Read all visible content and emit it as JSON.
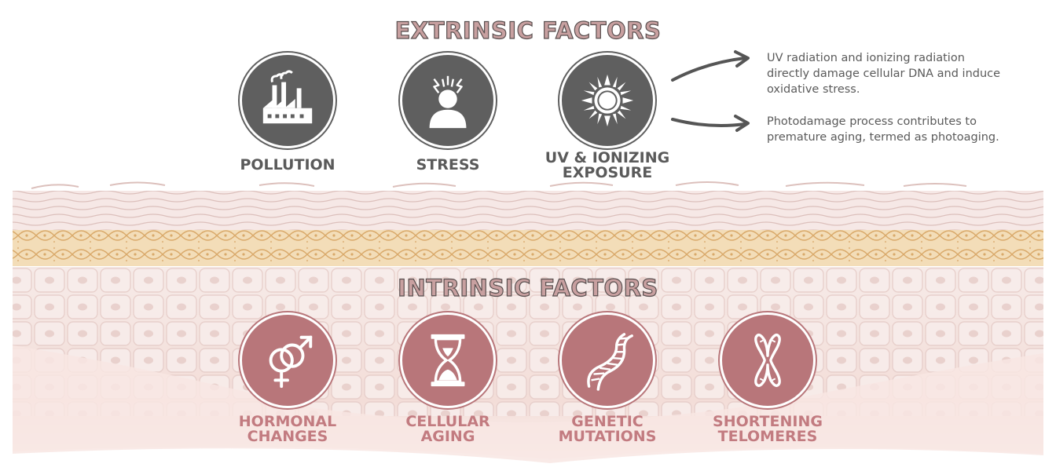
{
  "extrinsic": {
    "title": "EXTRINSIC FACTORS",
    "items": [
      {
        "label": "POLLUTION",
        "icon": "factory-icon"
      },
      {
        "label": "STRESS",
        "icon": "stressed-person-icon"
      },
      {
        "label": "UV & IONIZING\nEXPOSURE",
        "icon": "sun-icon"
      }
    ],
    "notes": [
      "UV radiation and ionizing radiation directly damage cellular DNA and induce oxidative stress.",
      "Photodamage process contributes to premature aging, termed as photoaging."
    ]
  },
  "intrinsic": {
    "title": "INTRINSIC FACTORS",
    "items": [
      {
        "label": "HORMONAL\nCHANGES",
        "icon": "gender-symbols-icon"
      },
      {
        "label": "CELLULAR\nAGING",
        "icon": "hourglass-icon"
      },
      {
        "label": "GENETIC\nMUTATIONS",
        "icon": "dna-icon"
      },
      {
        "label": "SHORTENING\nTELOMERES",
        "icon": "chromosome-icon"
      }
    ]
  },
  "colors": {
    "extrinsic_circle": "#5f5f5f",
    "intrinsic_circle": "#b8767a",
    "intrinsic_label": "#c27b80",
    "fat_layer": "#eac89c",
    "skin_cells": "#f4e4e0"
  }
}
